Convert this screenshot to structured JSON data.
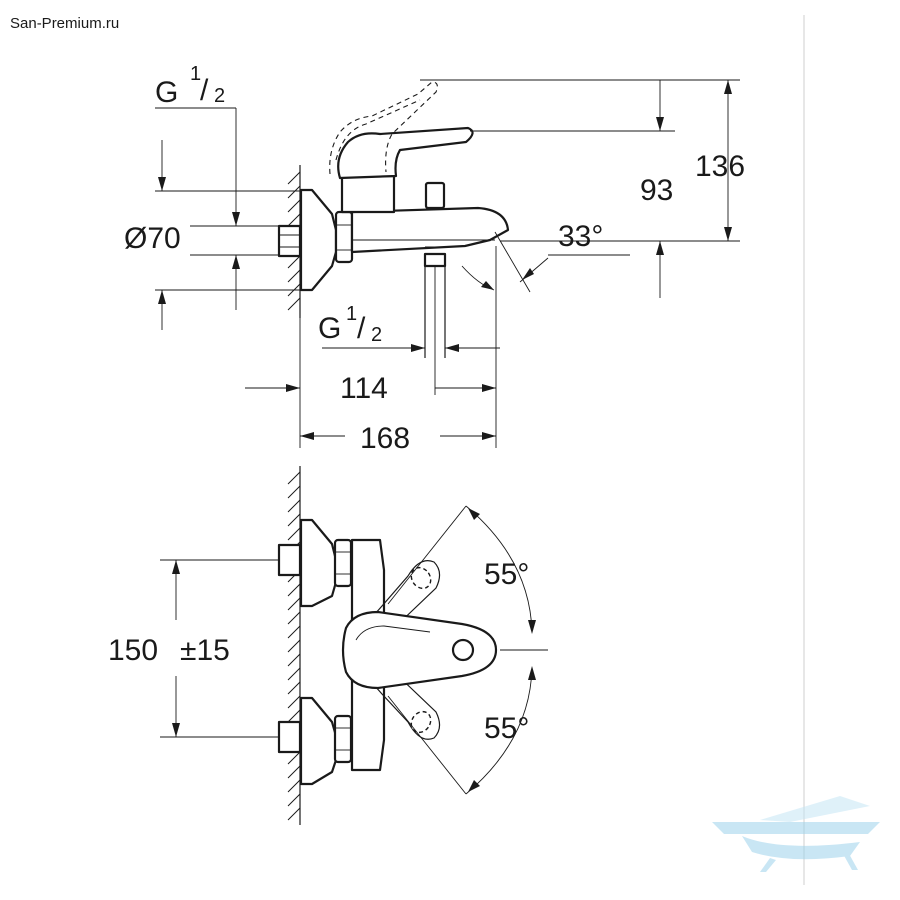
{
  "watermark": "San-Premium.ru",
  "side_view": {
    "inlet_thread_base": "G",
    "inlet_thread_num": "1",
    "inlet_thread_den": "2",
    "escutcheon_diameter": "Ø70",
    "outlet_thread_base": "G",
    "outlet_thread_num": "1",
    "outlet_thread_den": "2",
    "height_total": "136",
    "height_spout": "93",
    "spout_angle": "33°",
    "projection_outlet": "114",
    "projection_total": "168"
  },
  "front_view": {
    "centres": "150",
    "centres_tolerance": "±15",
    "handle_angle_up": "55°",
    "handle_angle_down": "55°"
  },
  "colors": {
    "line": "#1a1a1a",
    "watermark_text": "#9a9a9a",
    "logo_blue": "#9ed3ec"
  }
}
